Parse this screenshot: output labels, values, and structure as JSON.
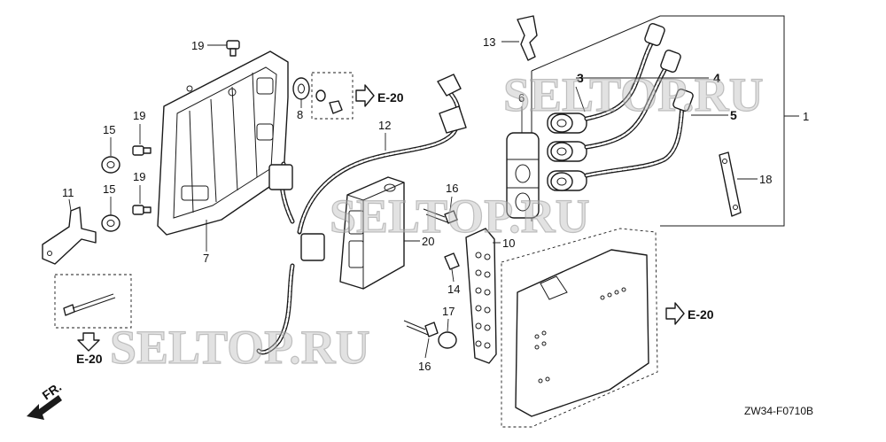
{
  "diagram_code": "ZW34-F0710B",
  "front_label": "FR.",
  "watermark": "SELTOP.RU",
  "ref_label": "E-20",
  "callouts": {
    "c1": "1",
    "c3": "3",
    "c4": "4",
    "c5": "5",
    "c6": "6",
    "c7": "7",
    "c8": "8",
    "c10": "10",
    "c11": "11",
    "c12": "12",
    "c13": "13",
    "c14": "14",
    "c15": "15",
    "c16": "16",
    "c17": "17",
    "c18": "18",
    "c19": "19",
    "c20": "20"
  },
  "colors": {
    "line": "#1a1a1a",
    "watermark": "#bebebe",
    "background": "#ffffff"
  }
}
